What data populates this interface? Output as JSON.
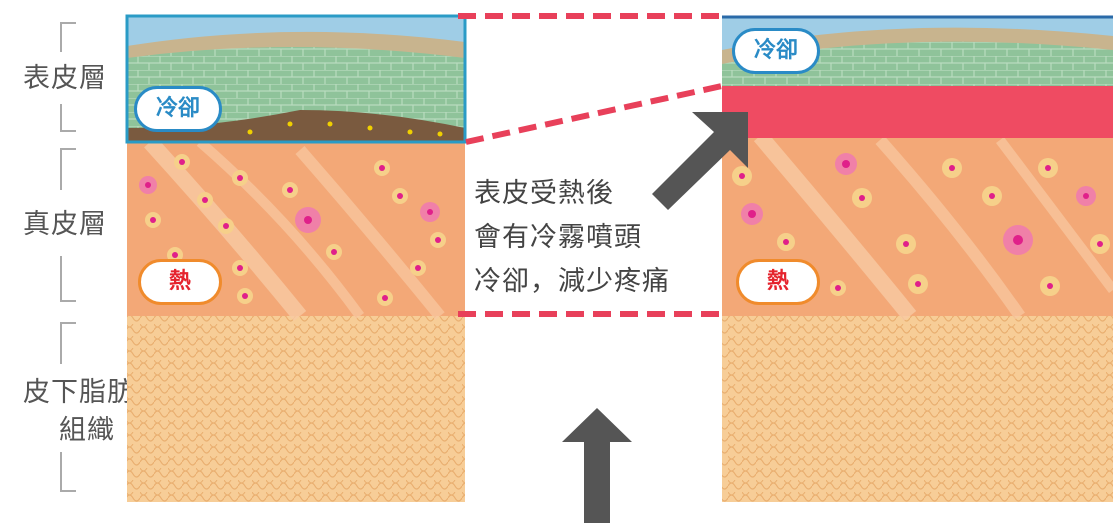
{
  "layers": {
    "epidermis": "表皮層",
    "dermis": "真皮層",
    "fat_line1": "皮下脂肪",
    "fat_line2": "組織"
  },
  "badges": {
    "cooling": "冷卻",
    "heat": "熱"
  },
  "caption": {
    "line1": "表皮受熱後",
    "line2": "會有冷霧噴頭",
    "line3": "冷卻，減少疼痛"
  },
  "colors": {
    "sky": "#9fcde6",
    "epidermis_green": "#8fc39a",
    "skin_top": "#c8b48e",
    "dermis": "#f3a877",
    "fat": "#f7cd97",
    "heated_epidermis": "#ef4b62",
    "dashed_line": "#e8405a",
    "arrow": "#555555",
    "frame_blue": "#2a9bc6"
  },
  "icons": [
    "arrow-up-icon",
    "arrow-up-right-icon"
  ]
}
